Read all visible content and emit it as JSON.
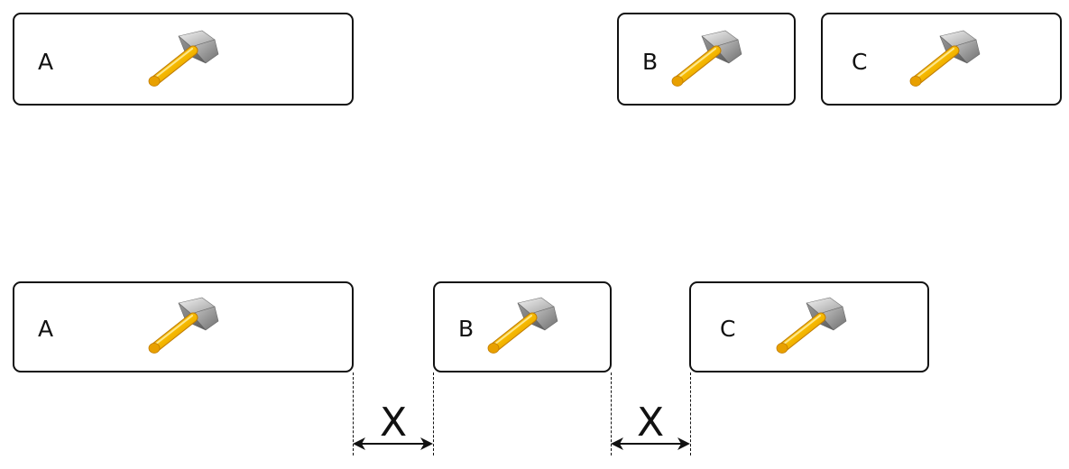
{
  "top_row": {
    "boxes": [
      {
        "label": "A",
        "icon": "hammer-icon"
      },
      {
        "label": "B",
        "icon": "hammer-icon"
      },
      {
        "label": "C",
        "icon": "hammer-icon"
      }
    ]
  },
  "bottom_row": {
    "boxes": [
      {
        "label": "A",
        "icon": "hammer-icon"
      },
      {
        "label": "B",
        "icon": "hammer-icon"
      },
      {
        "label": "C",
        "icon": "hammer-icon"
      }
    ],
    "gaps": [
      {
        "label": "X"
      },
      {
        "label": "X"
      }
    ]
  },
  "colors": {
    "border": "#111111",
    "handle": "#f5b800",
    "head": "#a8a8a8"
  }
}
